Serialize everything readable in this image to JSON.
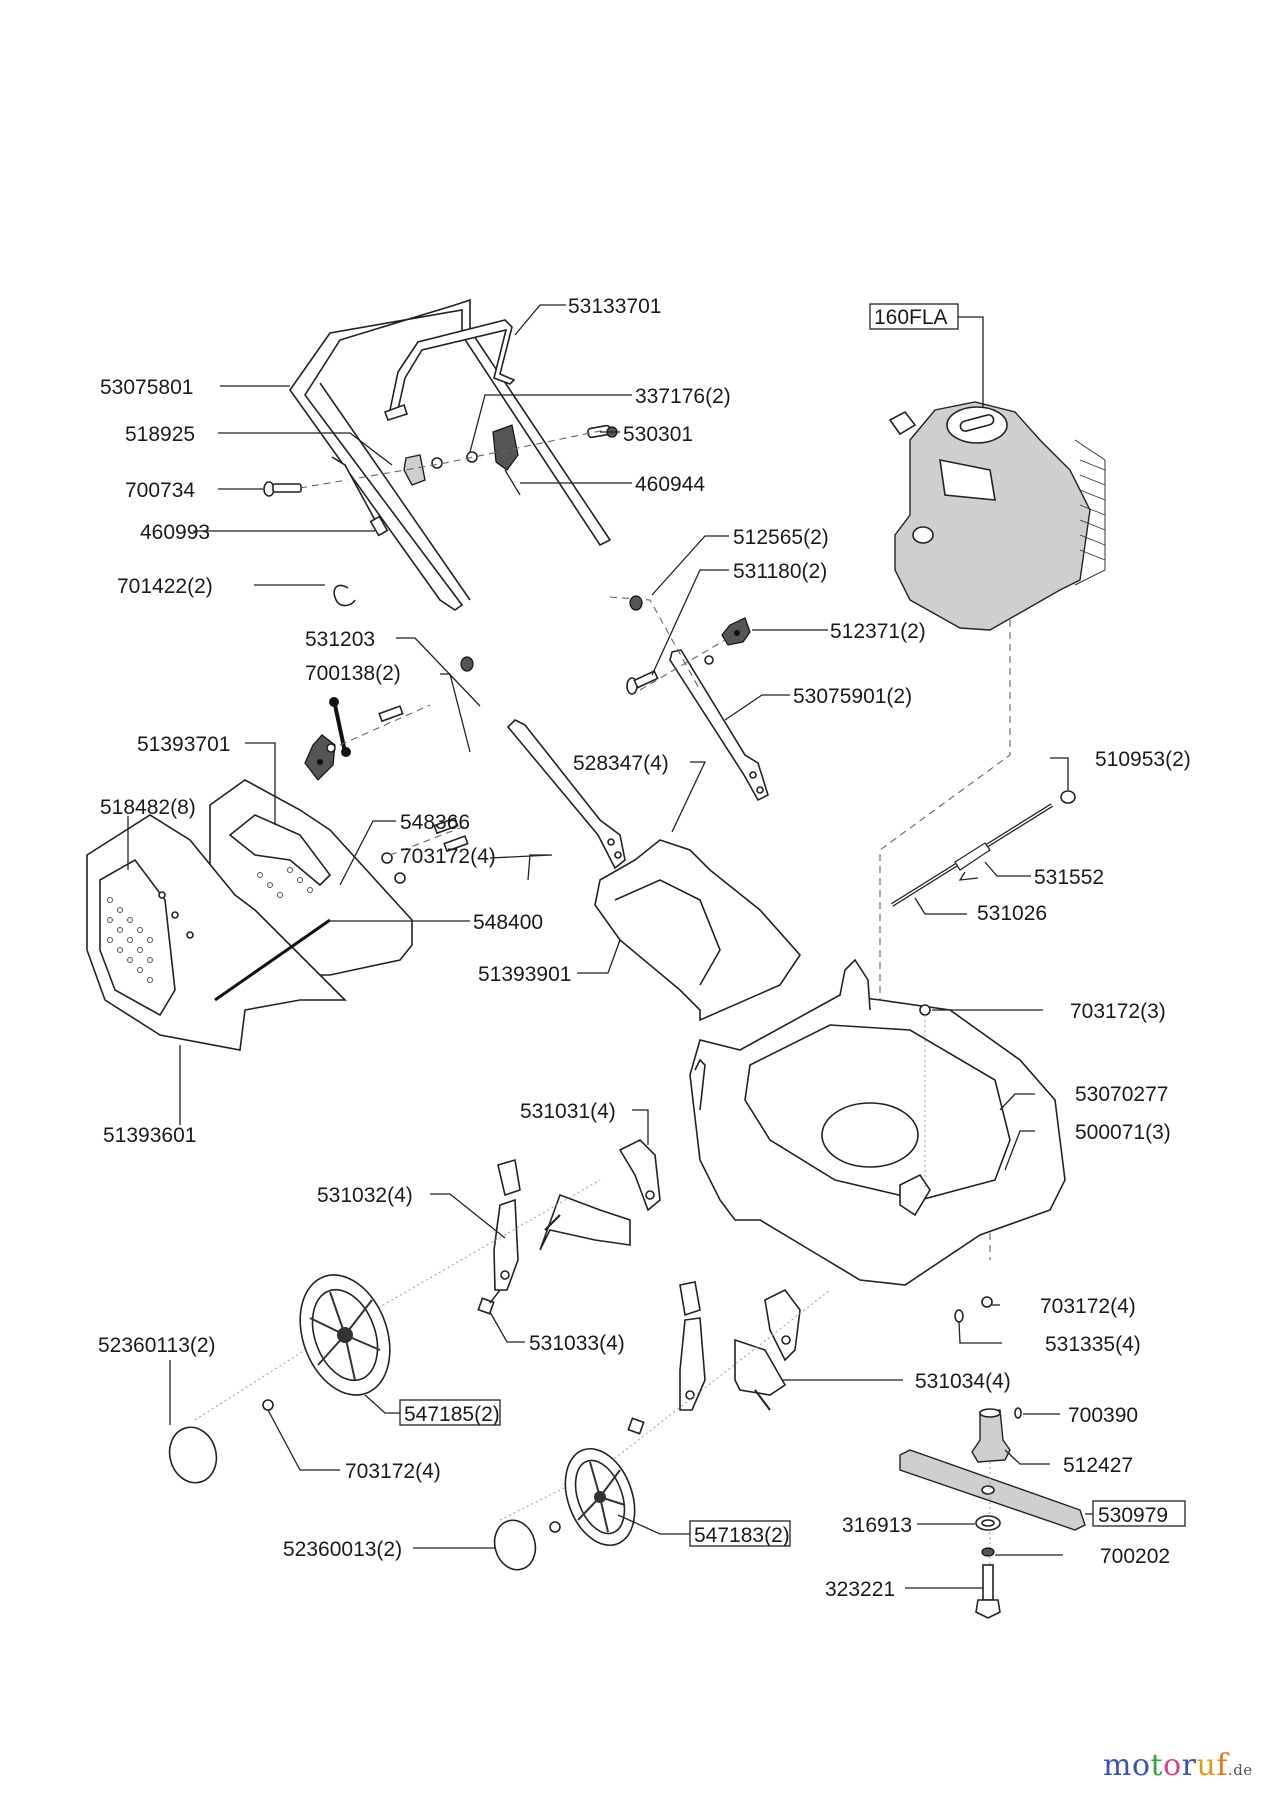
{
  "diagram": {
    "title": "Lawn mower exploded parts diagram",
    "parts": {
      "handle_upper": "53075801",
      "brake_bar": "53133701",
      "cable_clip_337176": "337176(2)",
      "bracket_518925": "518925",
      "screw_530301": "530301",
      "screw_700734": "700734",
      "cable_460944": "460944",
      "cable_460993": "460993",
      "clip_701422": "701422(2)",
      "plug_512565": "512565(2)",
      "screw_531180": "531180(2)",
      "knob_512371": "512371(2)",
      "link_531203": "531203",
      "washer_700138": "700138(2)",
      "handle_lower": "53075901(2)",
      "screw_528347": "528347(4)",
      "grassbag_top": "51393701",
      "screw_518482": "518482(8)",
      "frame_548366": "548366",
      "nut_703172_a": "703172(4)",
      "rod_548400": "548400",
      "grassbag_bottom": "51393601",
      "flap_51393901": "51393901",
      "washer_510953": "510953(2)",
      "spring_531552": "531552",
      "axle_531026": "531026",
      "nut_703172_b": "703172(3)",
      "deck": "53070277",
      "screw_500071": "500071(3)",
      "lever_531031": "531031(4)",
      "bracket_531032": "531032(4)",
      "bolt_531033": "531033(4)",
      "nut_703172_c": "703172(4)",
      "washer_531335": "531335(4)",
      "axle_bracket_531034": "531034(4)",
      "hubcap_52360113": "52360113(2)",
      "wheel_rear": "547185(2)",
      "nut_703172_d": "703172(4)",
      "key_700390": "700390",
      "adapter_512427": "512427",
      "hubcap_52360013": "52360013(2)",
      "wheel_front": "547183(2)",
      "blade": "530979",
      "washer_316913": "316913",
      "washer_700202": "700202",
      "bolt_323221": "323221",
      "engine": "160FLA"
    }
  },
  "watermark": {
    "letters": [
      "m",
      "o",
      "t",
      "o",
      "r",
      "u",
      "f"
    ],
    "colors": [
      "#3b55a8",
      "#3b55a8",
      "#3aa04a",
      "#d8428a",
      "#3b55a8",
      "#e09a1e",
      "#e07a1e"
    ],
    "tld": ".de"
  }
}
